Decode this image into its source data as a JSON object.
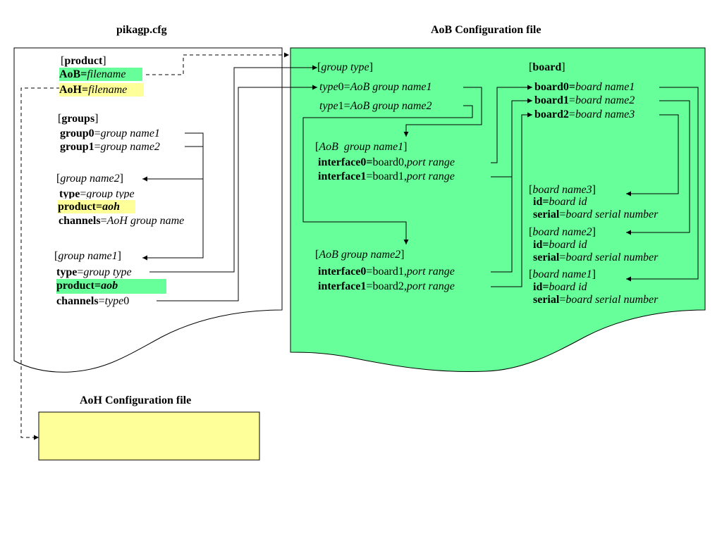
{
  "colors": {
    "aob_file": "#66ff99",
    "aoh_file": "#ffff99",
    "highlight_green": "#66ff99",
    "highlight_yellow": "#ffff99",
    "line": "#000000"
  },
  "titles": {
    "pikagp": "pikagp.cfg",
    "aob": "AoB Configuration file",
    "aoh": "AoH Configuration file"
  },
  "pikagp": {
    "product_header": "product",
    "aob_key": "AoB",
    "aob_val": "filename",
    "aoh_key": "AoH",
    "aoh_val": "filename",
    "groups_header": "groups",
    "group0_key": "group0",
    "group0_val": "group name1",
    "group1_key": "group1",
    "group1_val": "group name2",
    "gn2_header": "group name2",
    "gn2_type_key": "type",
    "gn2_type_val": "group type",
    "gn2_product_key": "product",
    "gn2_product_val": "aoh",
    "gn2_channels_key": "channels",
    "gn2_channels_val": "AoH group name",
    "gn1_header": "group name1",
    "gn1_type_key": "type",
    "gn1_type_val": "group type",
    "gn1_product_key": "product",
    "gn1_product_val": "aob",
    "gn1_channels_key": "channels",
    "gn1_channels_val_i": "type",
    "gn1_channels_val_n": "0"
  },
  "aob": {
    "group_type_header": "group type",
    "type0_i": "type",
    "type0_n": "0",
    "type0_val": "AoB group name1",
    "type1_i": "type",
    "type1_n": "1",
    "type1_val": "AoB group name2",
    "agn1_header": "AoB  group name1",
    "agn1_if0_key": "interface0",
    "agn1_if0_board": "board0,",
    "agn1_if0_range": "port range",
    "agn1_if1_key": "interface1",
    "agn1_if1_board": "board1,",
    "agn1_if1_range": "port range",
    "agn2_header": "AoB group name2",
    "agn2_if0_key": "interface0",
    "agn2_if0_board": "board1,",
    "agn2_if0_range": "port range",
    "agn2_if1_key": "interface1",
    "agn2_if1_board": "board2,",
    "agn2_if1_range": "port range",
    "board_header": "board",
    "board0_key": "board0",
    "board0_val": "board name1",
    "board1_key": "board1",
    "board1_val": "board name2",
    "board2_key": "board2",
    "board2_val": "board name3",
    "bn3_header": "board name3",
    "bn3_id_key": "id",
    "bn3_id_val": "board id",
    "bn3_serial_key": "serial",
    "bn3_serial_val": "board serial number",
    "bn2_header": "board name2",
    "bn2_id_key": "id",
    "bn2_id_val": "board id",
    "bn2_serial_key": "serial",
    "bn2_serial_val": "board serial number",
    "bn1_header": "board name1",
    "bn1_id_key": "id",
    "bn1_id_val": "board id",
    "bn1_serial_key": "serial",
    "bn1_serial_val": "board serial number"
  }
}
